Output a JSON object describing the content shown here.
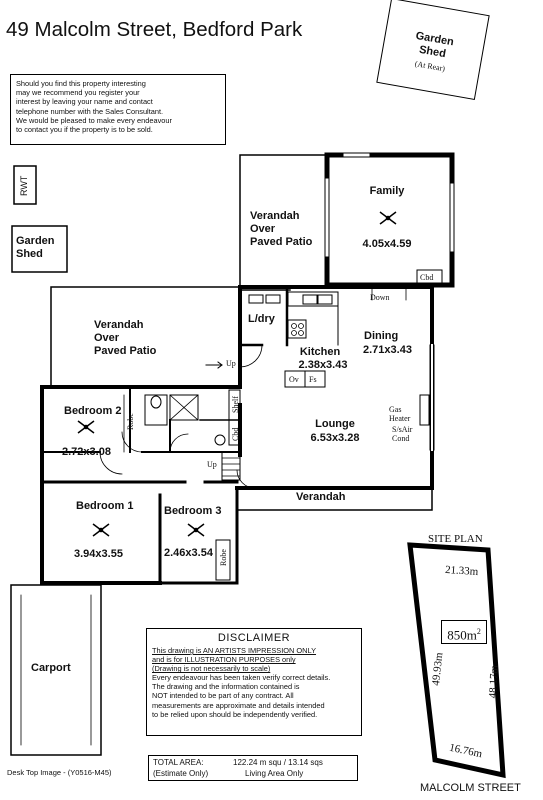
{
  "title": "49 Malcolm Street, Bedford Park",
  "info_box": {
    "lines": [
      "Should you find this property interesting",
      "may we recommend you register your",
      "interest by leaving your name and contact",
      "telephone number with the Sales Consultant.",
      "We would be pleased to make every endeavour",
      "to contact you if the property is to be sold."
    ]
  },
  "garden_shed_rear": {
    "line1": "Garden",
    "line2": "Shed",
    "note": "(At Rear)"
  },
  "garden_shed_left": {
    "line1": "Garden",
    "line2": "Shed"
  },
  "rwt": "RWT",
  "rooms": {
    "family": {
      "name": "Family",
      "size": "4.05x4.59"
    },
    "verandah_top": {
      "line1": "Verandah",
      "line2": "Over",
      "line3": "Paved Patio"
    },
    "verandah_left": {
      "line1": "Verandah",
      "line2": "Over",
      "line3": "Paved Patio"
    },
    "ldry": "L/dry",
    "kitchen": {
      "name": "Kitchen",
      "size": "2.38x3.43"
    },
    "dining": {
      "name": "Dining",
      "size": "2.71x3.43"
    },
    "lounge": {
      "name": "Lounge",
      "size": "6.53x3.28"
    },
    "bedroom2": {
      "name": "Bedroom 2",
      "size": "2.72x3.08"
    },
    "bedroom1": {
      "name": "Bedroom 1",
      "size": "3.94x3.55"
    },
    "bedroom3": {
      "name": "Bedroom 3",
      "size": "2.46x3.54"
    },
    "verandah_bottom": "Verandah",
    "carport": "Carport"
  },
  "fixtures": {
    "cbd_family": "Cbd",
    "down": "Down",
    "up_patio": "Up",
    "up_hall": "Up",
    "ov": "Ov",
    "fs": "Fs",
    "shelf": "Shelf",
    "cbd_hall": "Cbd",
    "robe_b2": "Robe",
    "robe_b3": "Robe",
    "gas_heater": "Gas Heater",
    "aircond": "S/sAir Cond"
  },
  "site_plan": {
    "label": "SITE PLAN",
    "top": "21.33m",
    "left": "49.93m",
    "right": "48.17m",
    "bottom": "16.76m",
    "area_value": "850m",
    "area_sup": "2"
  },
  "disclaimer": {
    "heading": "DISCLAIMER",
    "line1": "This drawing is AN ARTISTS IMPRESSION ONLY",
    "line2": "and is for ILLUSTRATION PURPOSES only",
    "line3": "(Drawing is not necessarily to scale)",
    "line4": "Every endeavour has been taken verify correct details.",
    "line5": "The drawing and the information contained is",
    "line6": "NOT intended to be part of any contract.  All",
    "line7": "measurements are approximate and details intended",
    "line8": "to be relied upon should be independently verified."
  },
  "total_area": {
    "label1": "TOTAL AREA:",
    "label2": "(Estimate Only)",
    "value1": "122.24 m squ /  13.14 sqs",
    "value2": "Living Area Only"
  },
  "footer": "Desk Top Image - (Y0516-M45)",
  "street": "MALCOLM STREET"
}
